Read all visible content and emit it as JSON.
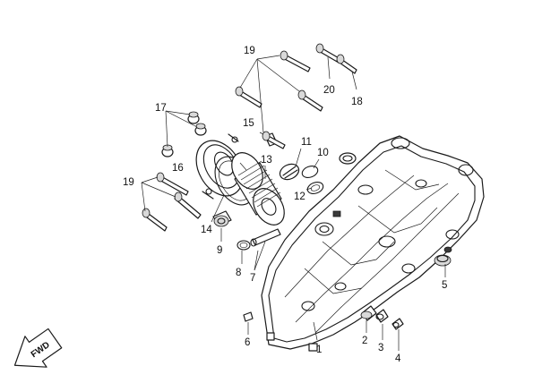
{
  "fwd_label": "FWD",
  "callouts": {
    "c1": "1",
    "c2": "2",
    "c3": "3",
    "c4": "4",
    "c5": "5",
    "c6": "6",
    "c7": "7",
    "c8": "8",
    "c9": "9",
    "c10": "10",
    "c11": "11",
    "c12": "12",
    "c13": "13",
    "c14": "14",
    "c15": "15",
    "c16": "16",
    "c17": "17",
    "c18": "18",
    "c19a": "19",
    "c19b": "19",
    "c20": "20"
  }
}
